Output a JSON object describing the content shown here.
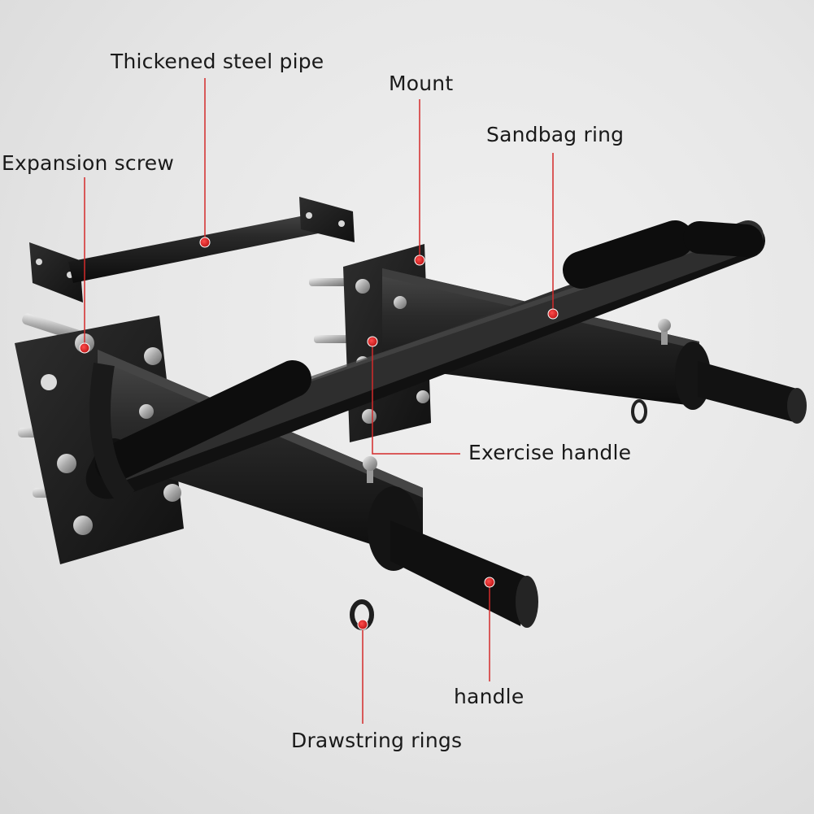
{
  "labels": {
    "thickened_steel_pipe": "Thickened steel pipe",
    "mount": "Mount",
    "sandbag_ring": "Sandbag ring",
    "expansion_screw": "Expansion screw",
    "exercise_handle": "Exercise handle",
    "handle": "handle",
    "drawstring_rings": "Drawstring rings"
  },
  "colors": {
    "callout": "#d42a2a",
    "steel": "#1c1c1c",
    "background": "#e6e6e6"
  }
}
